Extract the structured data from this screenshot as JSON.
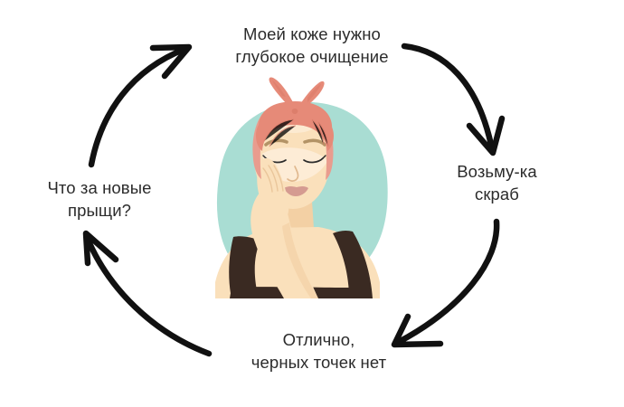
{
  "diagram": {
    "title_hidden": "",
    "type": "cycle-diagram",
    "background_color": "#ffffff",
    "text_color": "#2b2b2b",
    "arrow_color": "#111111",
    "steps": [
      {
        "id": "step-1",
        "position": "top",
        "text": "Моей коже нужно\nглубокое очищение"
      },
      {
        "id": "step-2",
        "position": "right",
        "text": "Возьму-ка\nскраб"
      },
      {
        "id": "step-3",
        "position": "bottom",
        "text": "Отлично,\nчерных точек нет"
      },
      {
        "id": "step-4",
        "position": "left",
        "text": "Что за новые\nпрыщи?"
      }
    ],
    "arrows": [
      {
        "id": "arrow-top-right",
        "from": "step-1",
        "to": "step-2"
      },
      {
        "id": "arrow-bottom-right",
        "from": "step-2",
        "to": "step-3"
      },
      {
        "id": "arrow-bottom-left",
        "from": "step-3",
        "to": "step-4"
      },
      {
        "id": "arrow-top-left",
        "from": "step-4",
        "to": "step-1"
      }
    ],
    "illustration": {
      "name": "woman-applying-face-cream",
      "colors": {
        "blob": "#a9ddd3",
        "headband": "#e68a78",
        "headband_shadow": "#d97a68",
        "hair": "#e99c8e",
        "skin": "#fae0bb",
        "skin_shadow": "#f3d0a4",
        "skin_highlight": "#fdf0df",
        "top": "#3a2a22",
        "brow": "#b39366",
        "lash": "#2b2b2b",
        "lips": "#d59b91"
      }
    }
  }
}
